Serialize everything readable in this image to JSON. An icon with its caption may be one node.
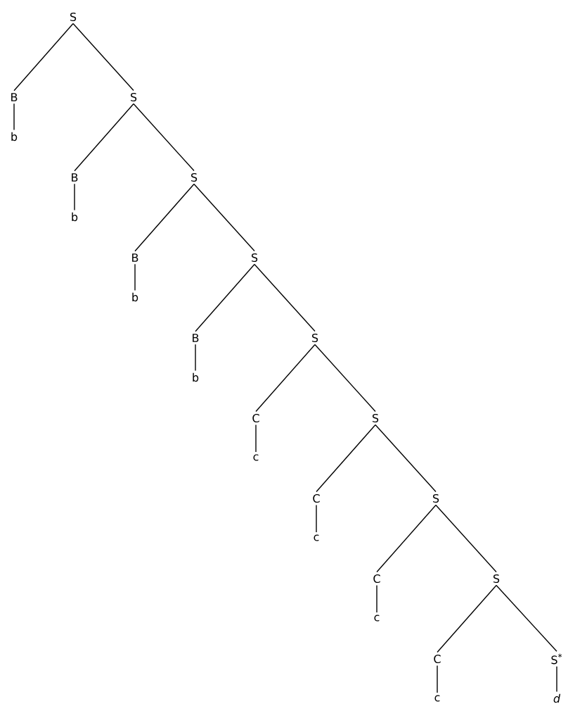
{
  "diagram": {
    "nodes": [
      {
        "text": [
          "S"
        ]
      },
      {
        "text": [
          "B"
        ]
      },
      {
        "text": [
          "S"
        ]
      },
      {
        "text": [
          "b"
        ]
      },
      {
        "text": [
          "B"
        ]
      },
      {
        "text": [
          "S"
        ]
      },
      {
        "text": [
          "b"
        ]
      },
      {
        "text": [
          "B"
        ]
      },
      {
        "text": [
          "S"
        ]
      },
      {
        "text": [
          "b"
        ]
      },
      {
        "text": [
          "B"
        ]
      },
      {
        "text": [
          "S"
        ]
      },
      {
        "text": [
          "b"
        ]
      },
      {
        "text": [
          "C"
        ]
      },
      {
        "text": [
          "S"
        ]
      },
      {
        "text": [
          "c"
        ]
      },
      {
        "text": [
          "C"
        ]
      },
      {
        "text": [
          "S"
        ]
      },
      {
        "text": [
          "c"
        ]
      },
      {
        "text": [
          "C"
        ]
      },
      {
        "text": [
          "S"
        ]
      },
      {
        "text": [
          "c"
        ]
      },
      {
        "text": [
          "C"
        ]
      },
      {
        "text": [
          "S$^{*}$"
        ]
      },
      {
        "text": [
          "c"
        ]
      },
      {
        "text": [
          "d"
        ]
      }
    ],
    "edges": [
      {
        "from": 0,
        "to": 1,
        "arrow": "none"
      },
      {
        "from": 0,
        "to": 2,
        "arrow": "none"
      },
      {
        "from": 1,
        "to": 3,
        "arrow": "none"
      },
      {
        "from": 2,
        "to": 4,
        "arrow": "none"
      },
      {
        "from": 2,
        "to": 5,
        "arrow": "none"
      },
      {
        "from": 4,
        "to": 6,
        "arrow": "none"
      },
      {
        "from": 5,
        "to": 7,
        "arrow": "none"
      },
      {
        "from": 5,
        "to": 8,
        "arrow": "none"
      },
      {
        "from": 7,
        "to": 9,
        "arrow": "none"
      },
      {
        "from": 8,
        "to": 10,
        "arrow": "none"
      },
      {
        "from": 8,
        "to": 11,
        "arrow": "none"
      },
      {
        "from": 10,
        "to": 12,
        "arrow": "none"
      },
      {
        "from": 11,
        "to": 13,
        "arrow": "none"
      },
      {
        "from": 11,
        "to": 14,
        "arrow": "none"
      },
      {
        "from": 13,
        "to": 15,
        "arrow": "none"
      },
      {
        "from": 14,
        "to": 16,
        "arrow": "none"
      },
      {
        "from": 14,
        "to": 17,
        "arrow": "none"
      },
      {
        "from": 16,
        "to": 18,
        "arrow": "none"
      },
      {
        "from": 17,
        "to": 19,
        "arrow": "none"
      },
      {
        "from": 17,
        "to": 20,
        "arrow": "none"
      },
      {
        "from": 19,
        "to": 21,
        "arrow": "none"
      },
      {
        "from": 20,
        "to": 22,
        "arrow": "none"
      },
      {
        "from": 20,
        "to": 23,
        "arrow": "none"
      },
      {
        "from": 22,
        "to": 24,
        "arrow": "none"
      },
      {
        "from": 23,
        "to": 25,
        "arrow": "none"
      }
    ]
  }
}
